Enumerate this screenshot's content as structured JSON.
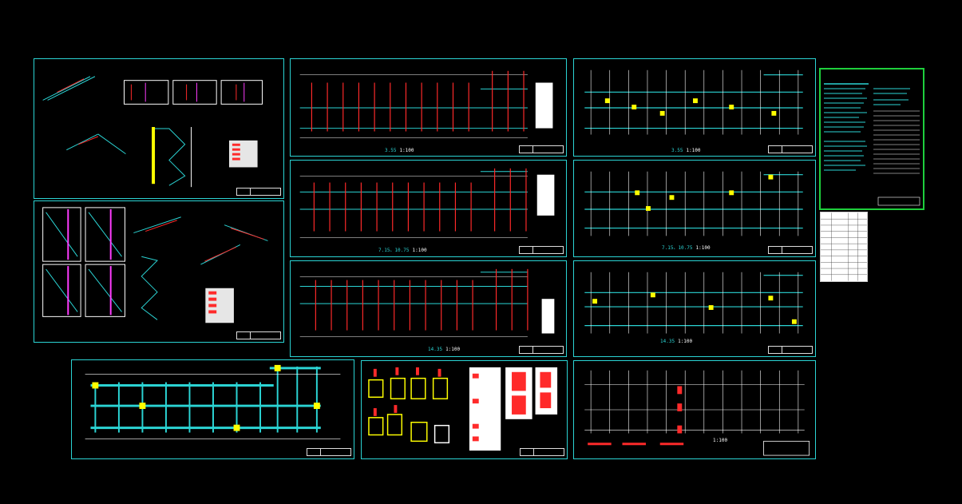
{
  "viewer": {
    "background": "#000000"
  },
  "colors": {
    "frame": "#2bd4d4",
    "rebar": "#ff2a2a",
    "beam": "#2bd4d4",
    "grid": "#ffffff",
    "tag": "#ffff00",
    "legend_border": "#1ecf3c",
    "magenta": "#ff3cff"
  },
  "sheets": {
    "s1": {
      "caption": "",
      "scale": ""
    },
    "s2": {
      "caption": "3.55",
      "scale": "1:100"
    },
    "s3": {
      "caption": "7.15、10.75",
      "scale": "1:100"
    },
    "s4": {
      "caption": "14.35",
      "scale": "1:100"
    },
    "s5": {
      "caption": "3.55",
      "scale": "1:100"
    },
    "s6": {
      "caption": "7.15、10.75",
      "scale": "1:100"
    },
    "s7": {
      "caption": "14.35",
      "scale": "1:100"
    },
    "s8": {
      "caption": "",
      "scale": ""
    },
    "s9": {
      "caption": "",
      "scale": ""
    },
    "s10": {
      "caption": "",
      "scale": "1:100"
    }
  }
}
